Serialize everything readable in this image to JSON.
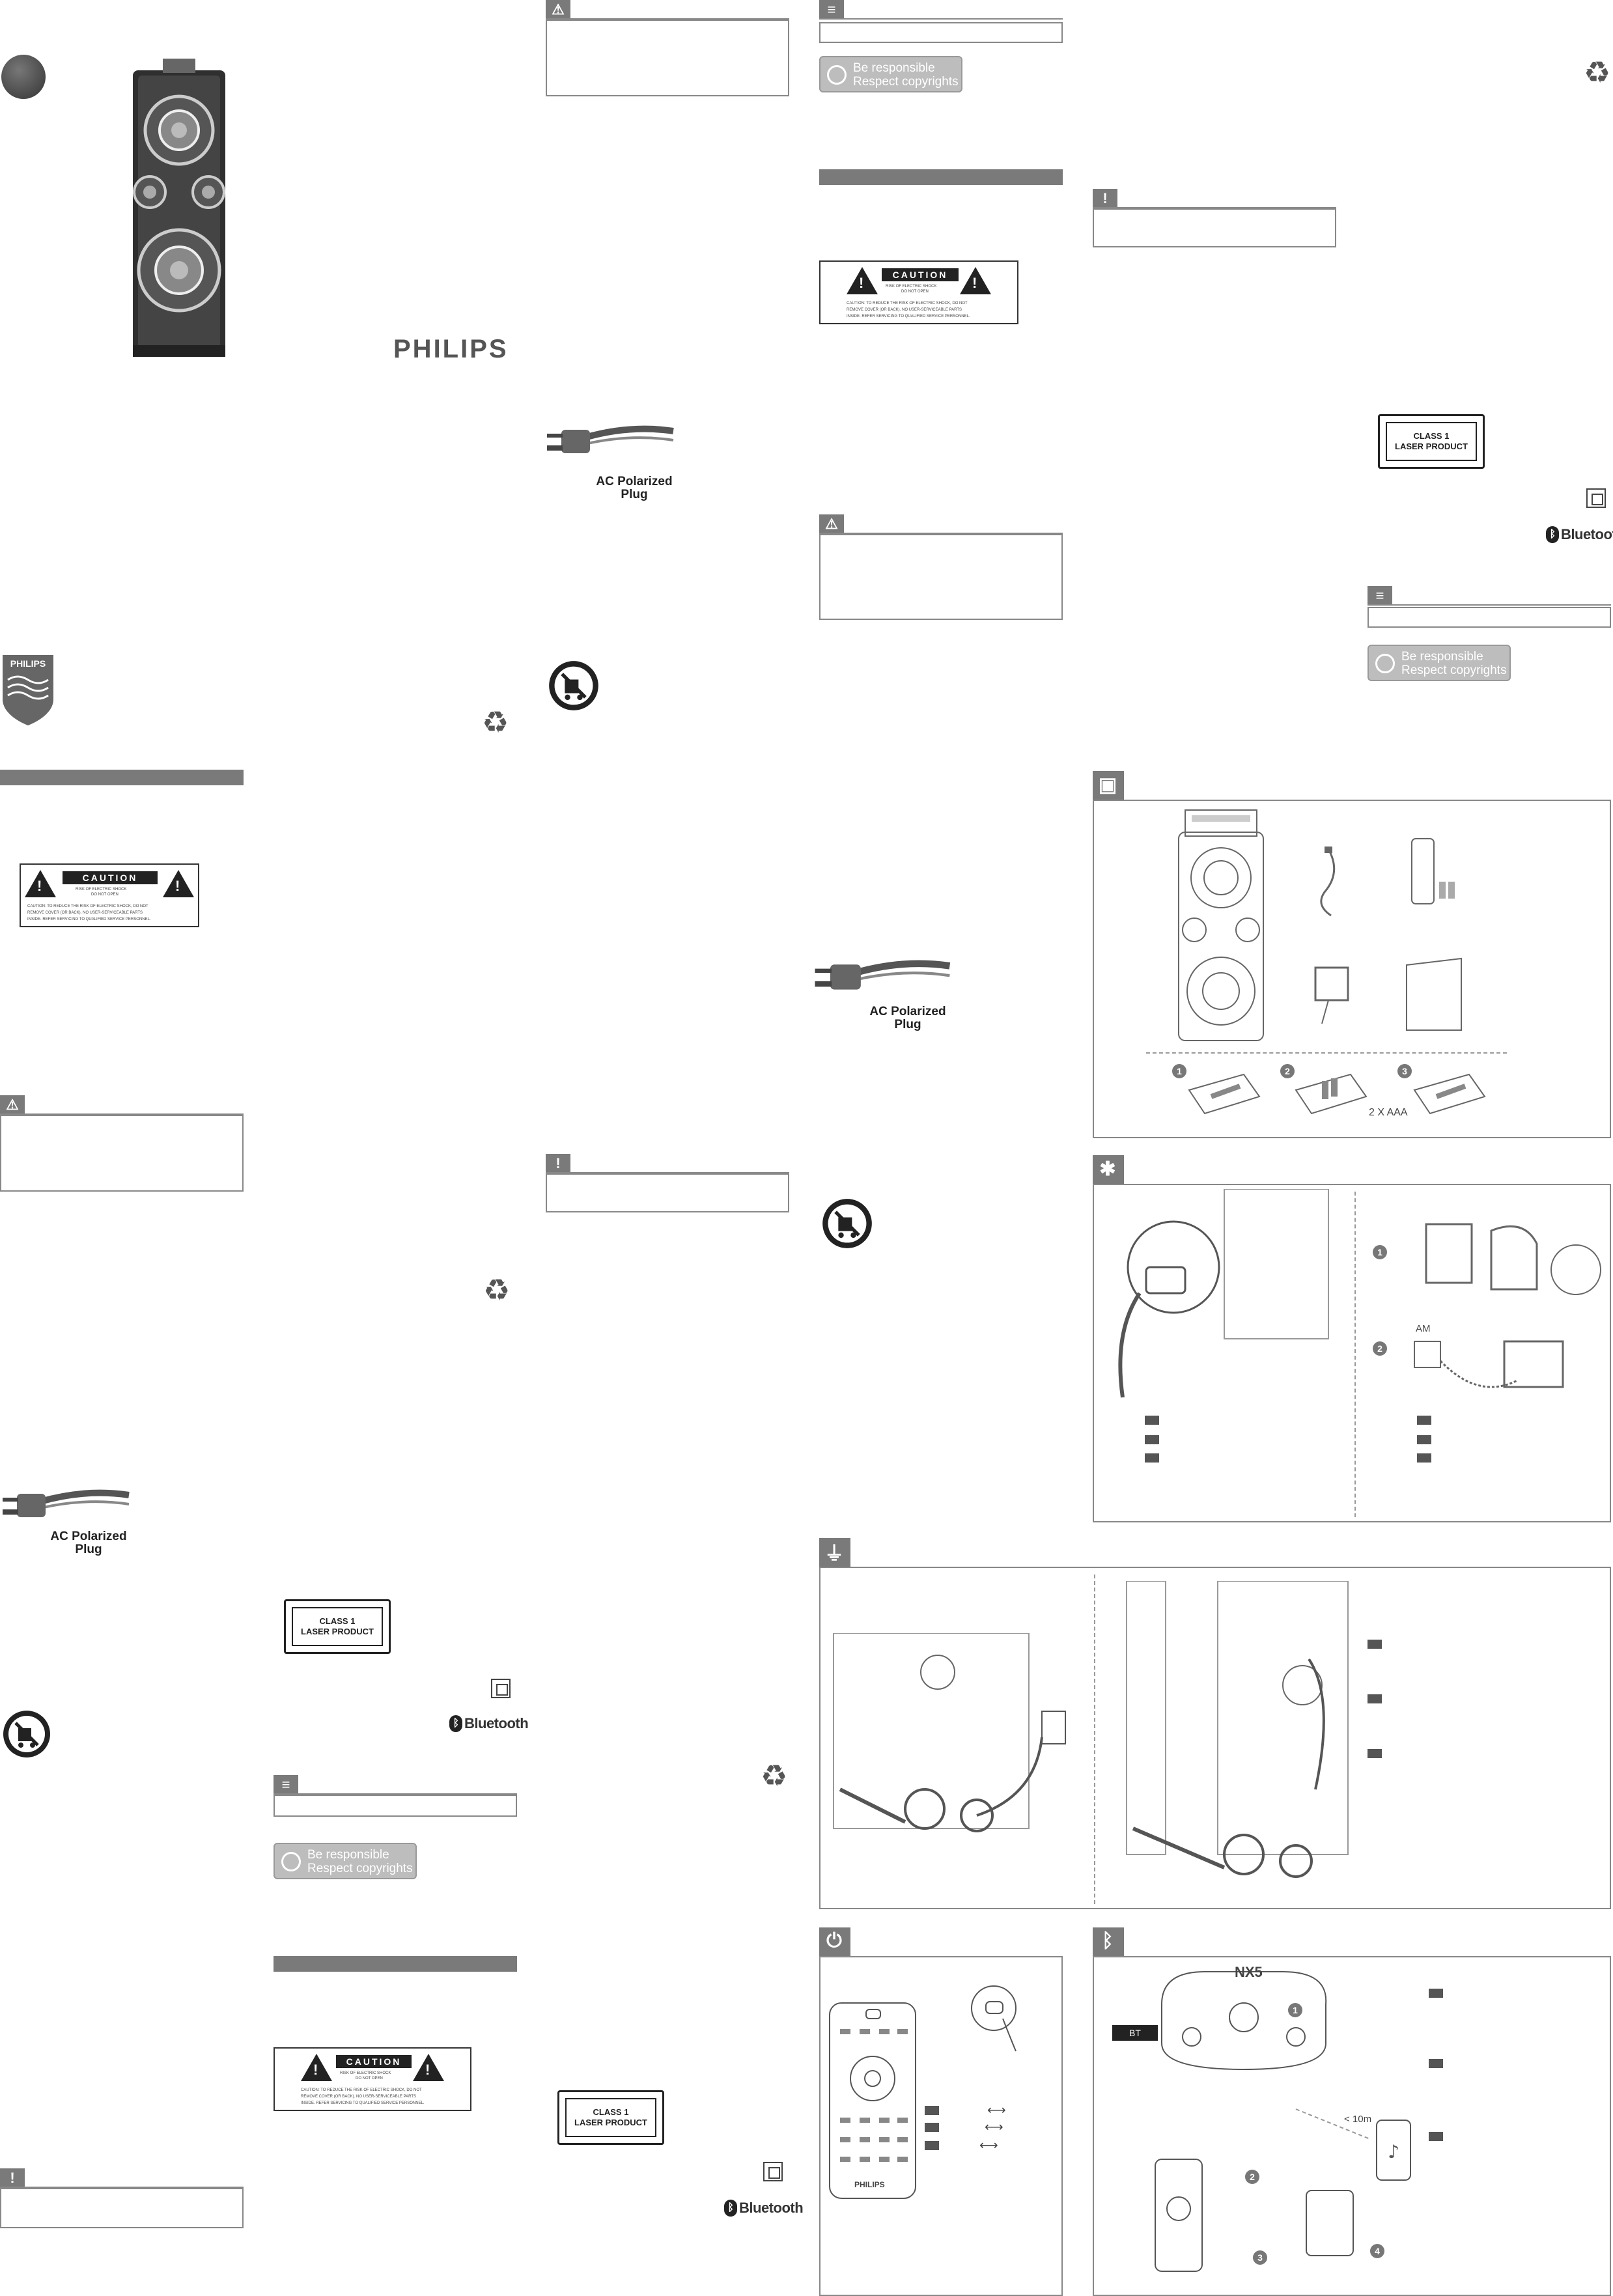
{
  "brand": {
    "wordmark": "PHILIPS",
    "shield_text": "PHILIPS"
  },
  "caution_label": {
    "title": "CAUTION",
    "line1": "RISK OF ELECTRIC SHOCK",
    "line2": "DO NOT OPEN",
    "fine1": "CAUTION: TO REDUCE THE RISK OF ELECTRIC SHOCK, DO NOT",
    "fine2": "REMOVE COVER (OR BACK). NO USER-SERVICEABLE PARTS",
    "fine3": "INSIDE. REFER SERVICING TO QUALIFIED SERVICE PERSONNEL."
  },
  "plug": {
    "line1": "AC Polarized",
    "line2": "Plug"
  },
  "laser": {
    "line1": "CLASS 1",
    "line2": "LASER PRODUCT"
  },
  "bluetooth": {
    "text": "Bluetooth"
  },
  "respect": {
    "line1": "Be responsible",
    "line2": "Respect copyrights"
  },
  "panels": {
    "box_contents": {
      "battery_note": "2 X AAA"
    },
    "install": {
      "am_label": "AM"
    },
    "bt": {
      "display": "BT",
      "range": "< 10m",
      "model": "NX5"
    },
    "remote": {
      "brand": "PHILIPS"
    }
  },
  "icons": {
    "warning": "warning-icon",
    "note": "note-icon",
    "caution": "caution-icon",
    "recycle": "recycle-icon",
    "bluetooth": "bluetooth-icon",
    "power": "power-icon",
    "plug": "plug-icon",
    "box": "box-icon",
    "gear": "gear-icon"
  }
}
